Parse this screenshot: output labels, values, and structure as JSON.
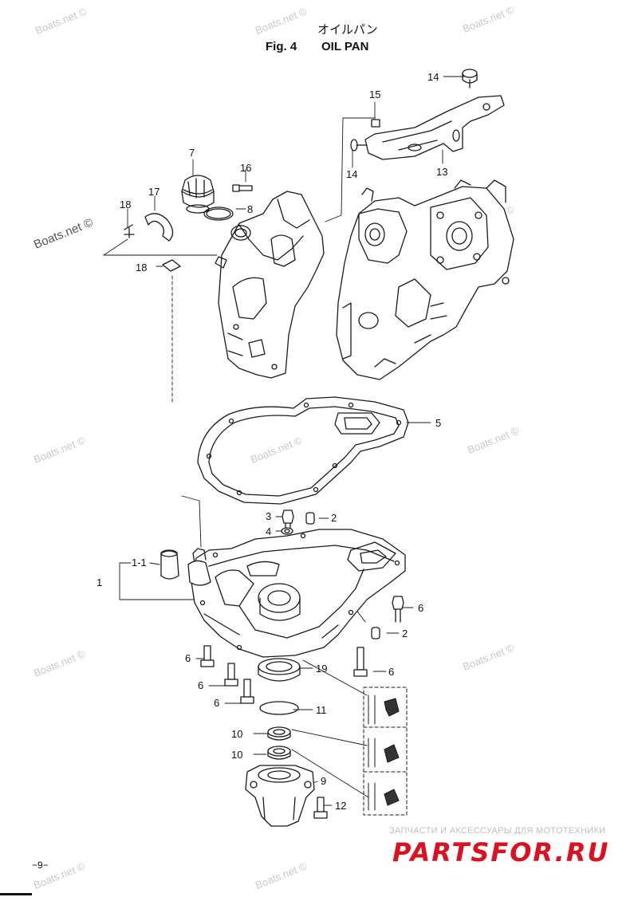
{
  "header": {
    "title_jp": "オイルパン",
    "fig_label": "Fig. 4",
    "title_en": "OIL PAN"
  },
  "watermarks": [
    "Boats.net ©"
  ],
  "callouts": [
    "14",
    "15",
    "14",
    "13",
    "7",
    "16",
    "17",
    "18",
    "8",
    "18",
    "5",
    "3",
    "2",
    "4",
    "1-1",
    "1",
    "6",
    "2",
    "6",
    "19",
    "6",
    "6",
    "6",
    "11",
    "10",
    "10",
    "9",
    "12"
  ],
  "footer": {
    "page_number": "−9−",
    "brand_subtitle": "ЗАПЧАСТИ И АКСЕССУАРЫ ДЛЯ МОТОТЕХНИКИ",
    "brand_logo": "PARTSFOR.RU"
  }
}
